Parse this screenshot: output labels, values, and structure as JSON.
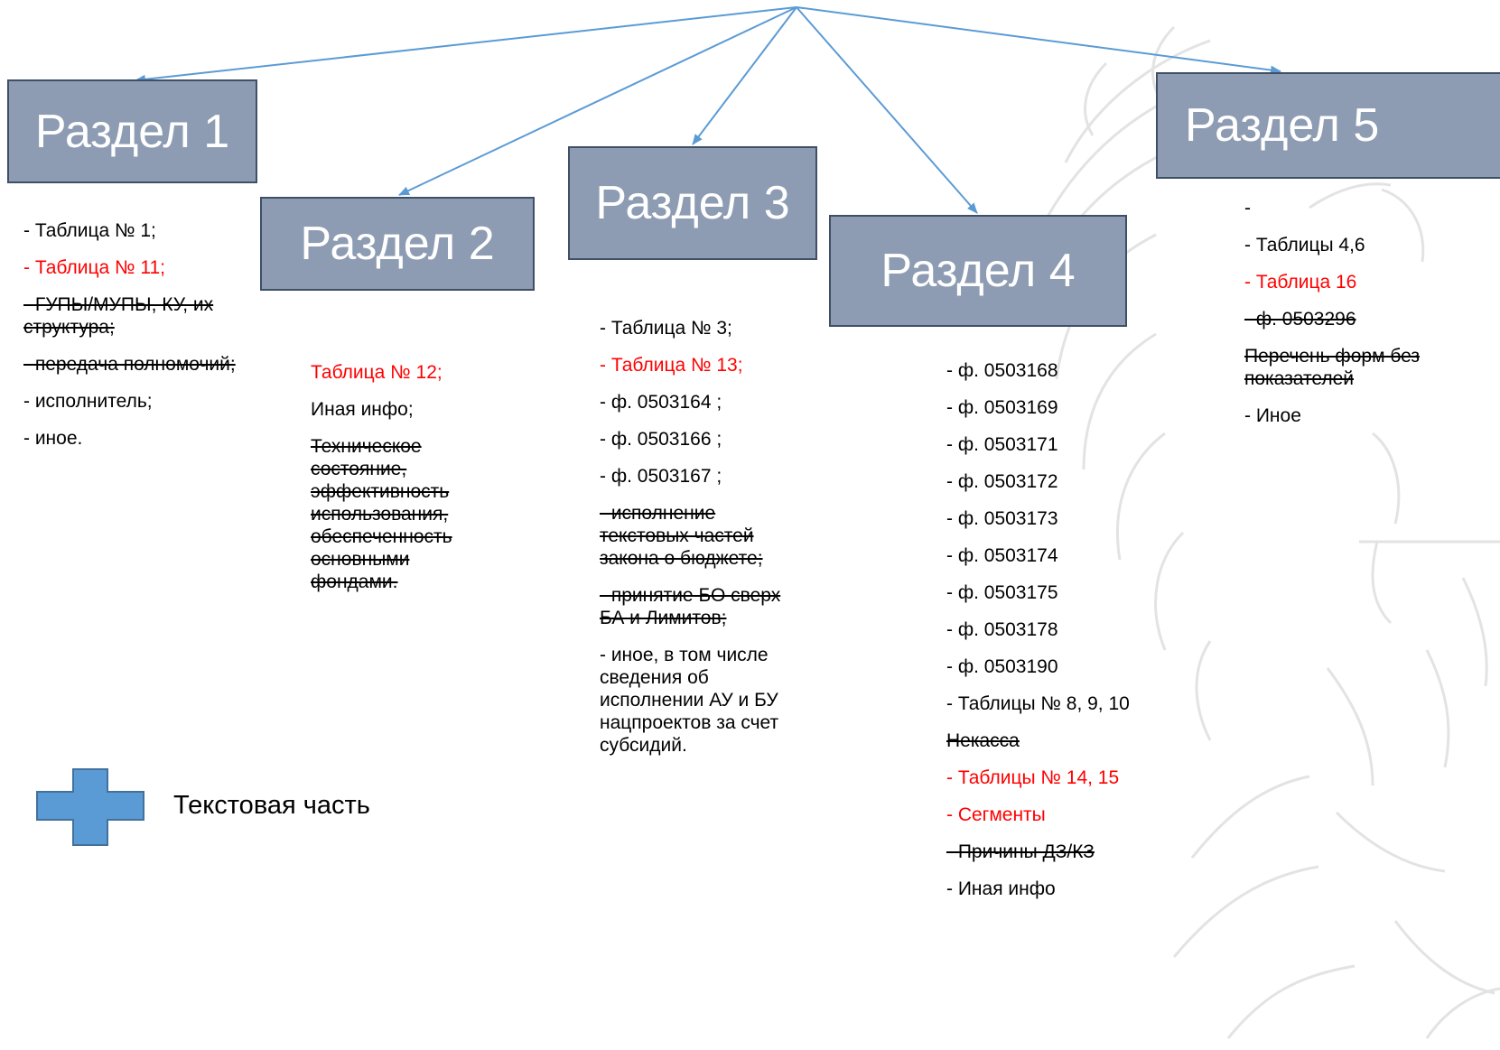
{
  "sections": [
    {
      "title": "Раздел 1",
      "items": [
        {
          "text": "- Таблица № 1;"
        },
        {
          "text": "- Таблица № 11;",
          "red": true
        },
        {
          "text": "- ГУПЫ/МУПЫ, КУ, их структура;",
          "strike": true
        },
        {
          "text": "- передача полномочий;",
          "strike": true
        },
        {
          "text": "- исполнитель;"
        },
        {
          "text": "- иное."
        }
      ]
    },
    {
      "title": "Раздел 2",
      "items": [
        {
          "text": "Таблица № 12;",
          "red": true
        },
        {
          "text": "Иная инфо;"
        },
        {
          "text": "Техническое состояние, эффективность использования, обеспеченность основными фондами.",
          "strike": true
        }
      ]
    },
    {
      "title": "Раздел 3",
      "items": [
        {
          "text": "- Таблица № 3;"
        },
        {
          "text": "- Таблица № 13;",
          "red": true
        },
        {
          "text": "- ф. 0503164 ;"
        },
        {
          "text": "-  ф. 0503166 ;"
        },
        {
          "text": "-  ф. 0503167 ;"
        },
        {
          "text": "- исполнение текстовых частей закона о бюджете;",
          "strike": true
        },
        {
          "text": "- принятие БО сверх БА и Лимитов;",
          "strike": true
        },
        {
          "text": "-  иное, в том числе сведения об исполнении АУ и БУ нацпроектов за счет субсидий."
        }
      ]
    },
    {
      "title": "Раздел 4",
      "items": [
        {
          "text": "- ф. 0503168"
        },
        {
          "text": "- ф. 0503169"
        },
        {
          "text": "- ф. 0503171"
        },
        {
          "text": "- ф. 0503172"
        },
        {
          "text": "- ф. 0503173"
        },
        {
          "text": "- ф. 0503174"
        },
        {
          "text": "- ф. 0503175"
        },
        {
          "text": "- ф. 0503178"
        },
        {
          "text": "- ф. 0503190"
        },
        {
          "text": "- Таблицы № 8, 9, 10"
        },
        {
          "text": "Некасса",
          "strike": true
        },
        {
          "text": "- Таблицы № 14, 15",
          "red": true
        },
        {
          "text": "- Сегменты",
          "red": true
        },
        {
          "text": "- Причины ДЗ/КЗ",
          "strike": true
        },
        {
          "text": "- Иная инфо"
        }
      ]
    },
    {
      "title": "Раздел 5",
      "items": [
        {
          "text": "-"
        },
        {
          "text": "- Таблицы 4,6"
        },
        {
          "text": "- Таблица 16",
          "red": true
        },
        {
          "text": "- ф. 0503296",
          "strike": true
        },
        {
          "text": "Перечень форм без показателей",
          "strike": true
        },
        {
          "text": "- Иное"
        }
      ]
    }
  ],
  "legend": {
    "label": "Текстовая часть"
  },
  "colors": {
    "box_fill": "#8d9cb3",
    "box_border": "#3f4f66",
    "arrow": "#5b9bd5",
    "legend_cross": "#5b9bd5",
    "legend_cross_border": "#41719c",
    "highlight_text": "#ff0000",
    "watermark": "#e3e3e3"
  },
  "icons": {
    "legend": "cross-shape-icon",
    "watermark": "double-headed-eagle-emblem"
  }
}
